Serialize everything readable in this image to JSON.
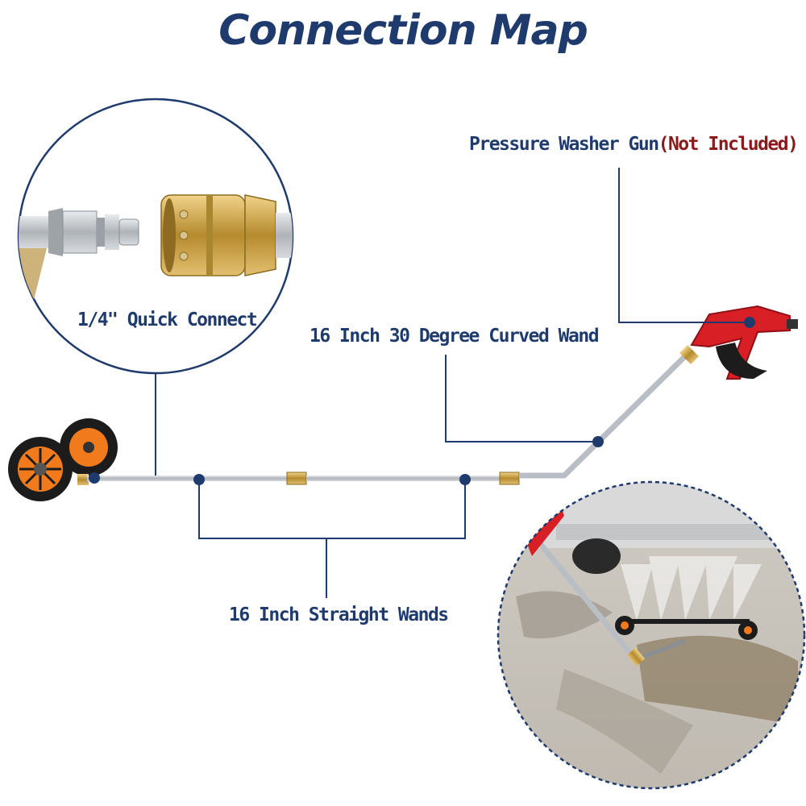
{
  "title": "Connection Map",
  "labels": {
    "gun": "Pressure Washer Gun",
    "gun_note": "(Not Included)",
    "quick_connect": "1/4\" Quick Connect",
    "curved_wand": "16 Inch 30 Degree Curved Wand",
    "straight_wands": "16 Inch Straight Wands"
  },
  "colors": {
    "navy": "#1f3b6e",
    "note_red": "#8b1a1a",
    "wheel_orange": "#f07a1c",
    "gun_red": "#d91f26",
    "brass": "#c9a24a",
    "steel": "#b9bec4"
  }
}
